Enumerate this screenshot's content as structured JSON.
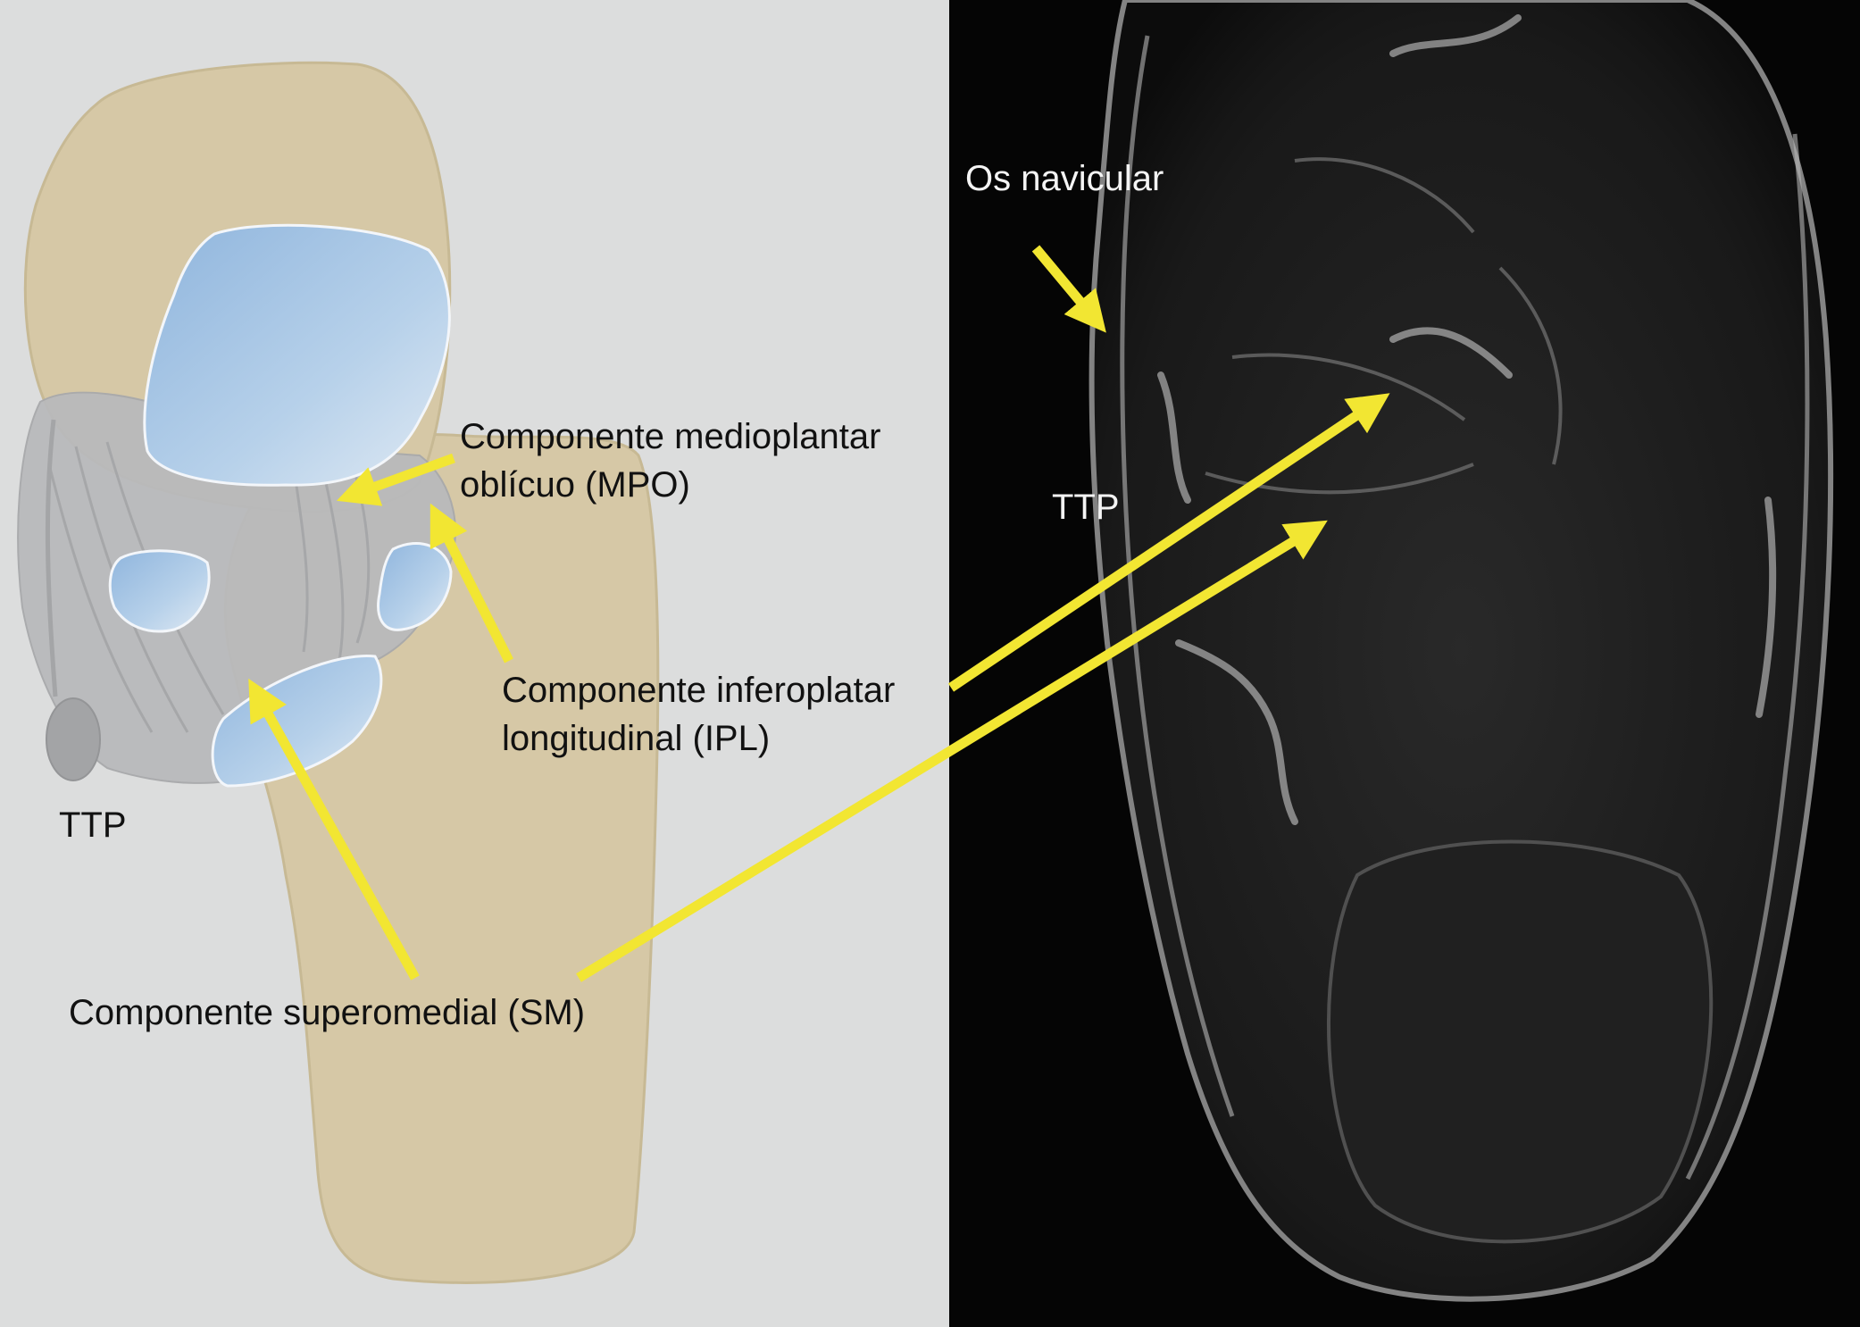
{
  "labels": {
    "mpo_line1": "Componente medioplantar",
    "mpo_line2": "oblícuo (MPO)",
    "ipl_line1": "Componente inferoplatar",
    "ipl_line2": "longitudinal (IPL)",
    "sm": "Componente superomedial (SM)",
    "ttp_diagram": "TTP",
    "os_navicular": "Os navicular",
    "ttp_mri": "TTP"
  },
  "colors": {
    "background_left": "#dcdddd",
    "background_right": "#050505",
    "arrow": "#f2e632",
    "bone": "#d6c8a6",
    "cartilage": "#a9c8e6",
    "ligament": "#b9babc",
    "text_dark": "#111111",
    "text_light": "#f4f4f4"
  }
}
